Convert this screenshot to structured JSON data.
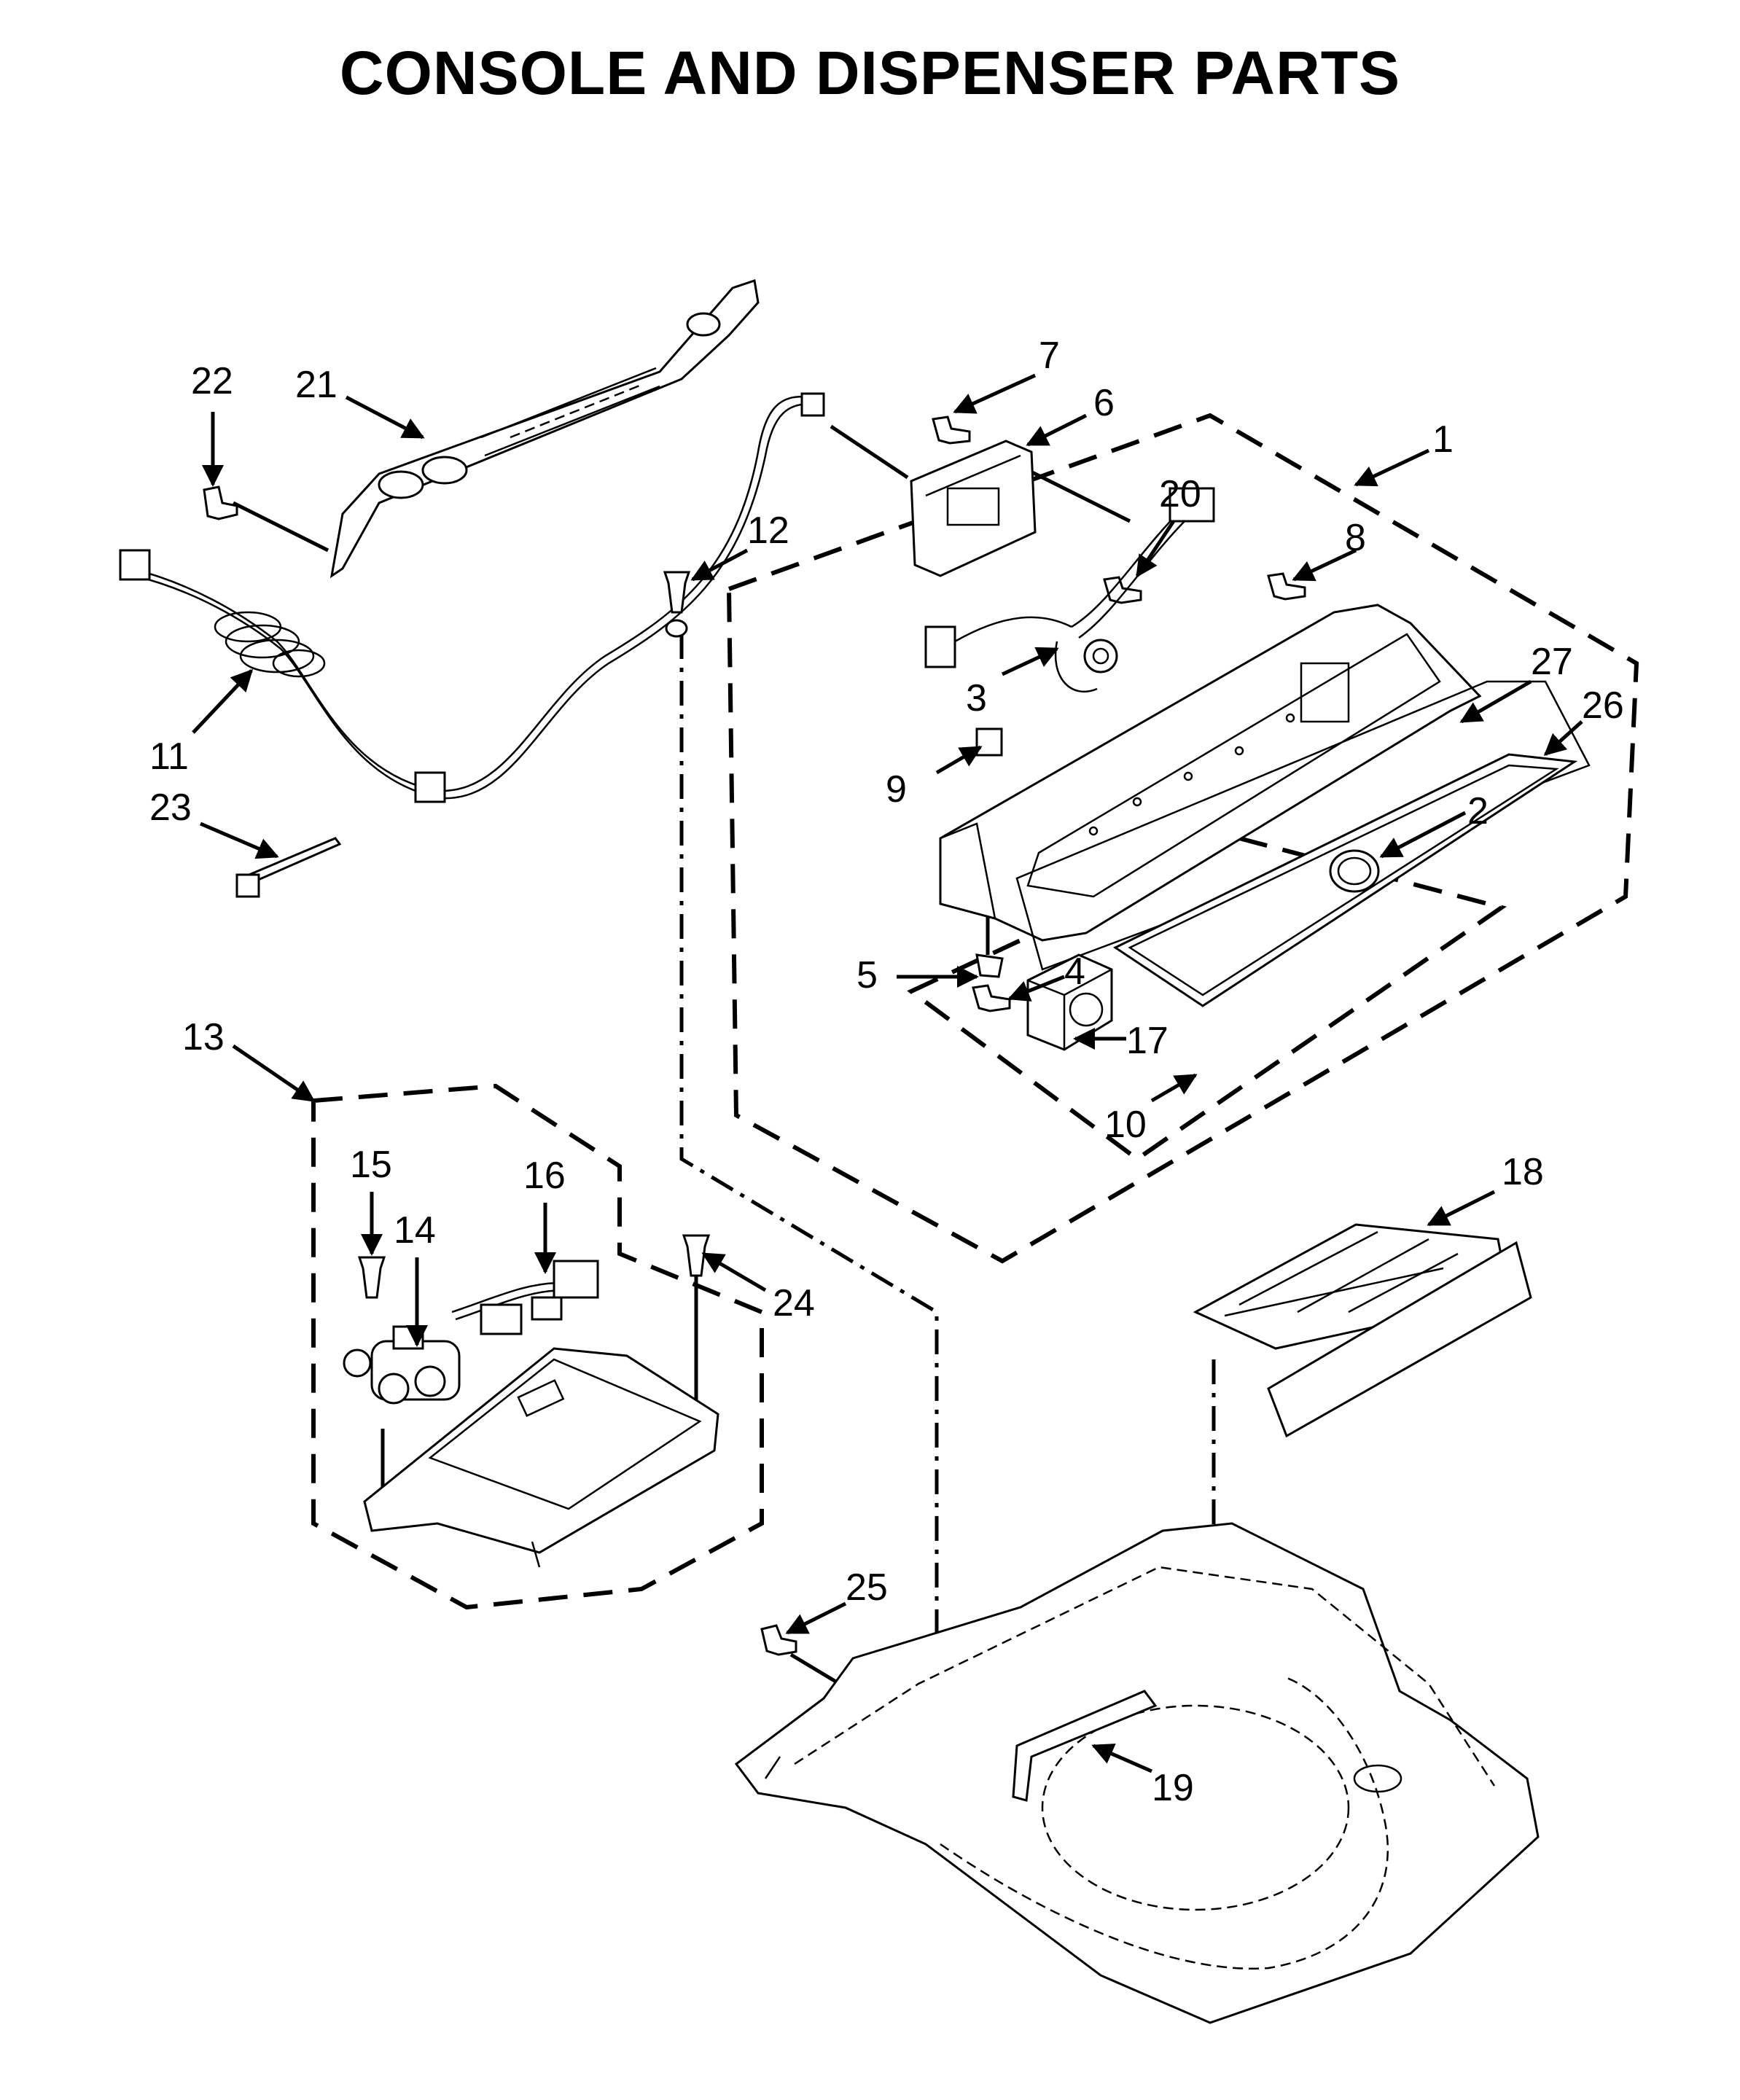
{
  "title": "CONSOLE AND DISPENSER PARTS",
  "callouts": [
    "1",
    "2",
    "3",
    "4",
    "5",
    "6",
    "7",
    "8",
    "9",
    "10",
    "11",
    "12",
    "13",
    "14",
    "15",
    "16",
    "17",
    "18",
    "19",
    "20",
    "21",
    "22",
    "23",
    "24",
    "25",
    "26",
    "27"
  ],
  "colors": {
    "line": "#000000",
    "background": "#ffffff"
  }
}
